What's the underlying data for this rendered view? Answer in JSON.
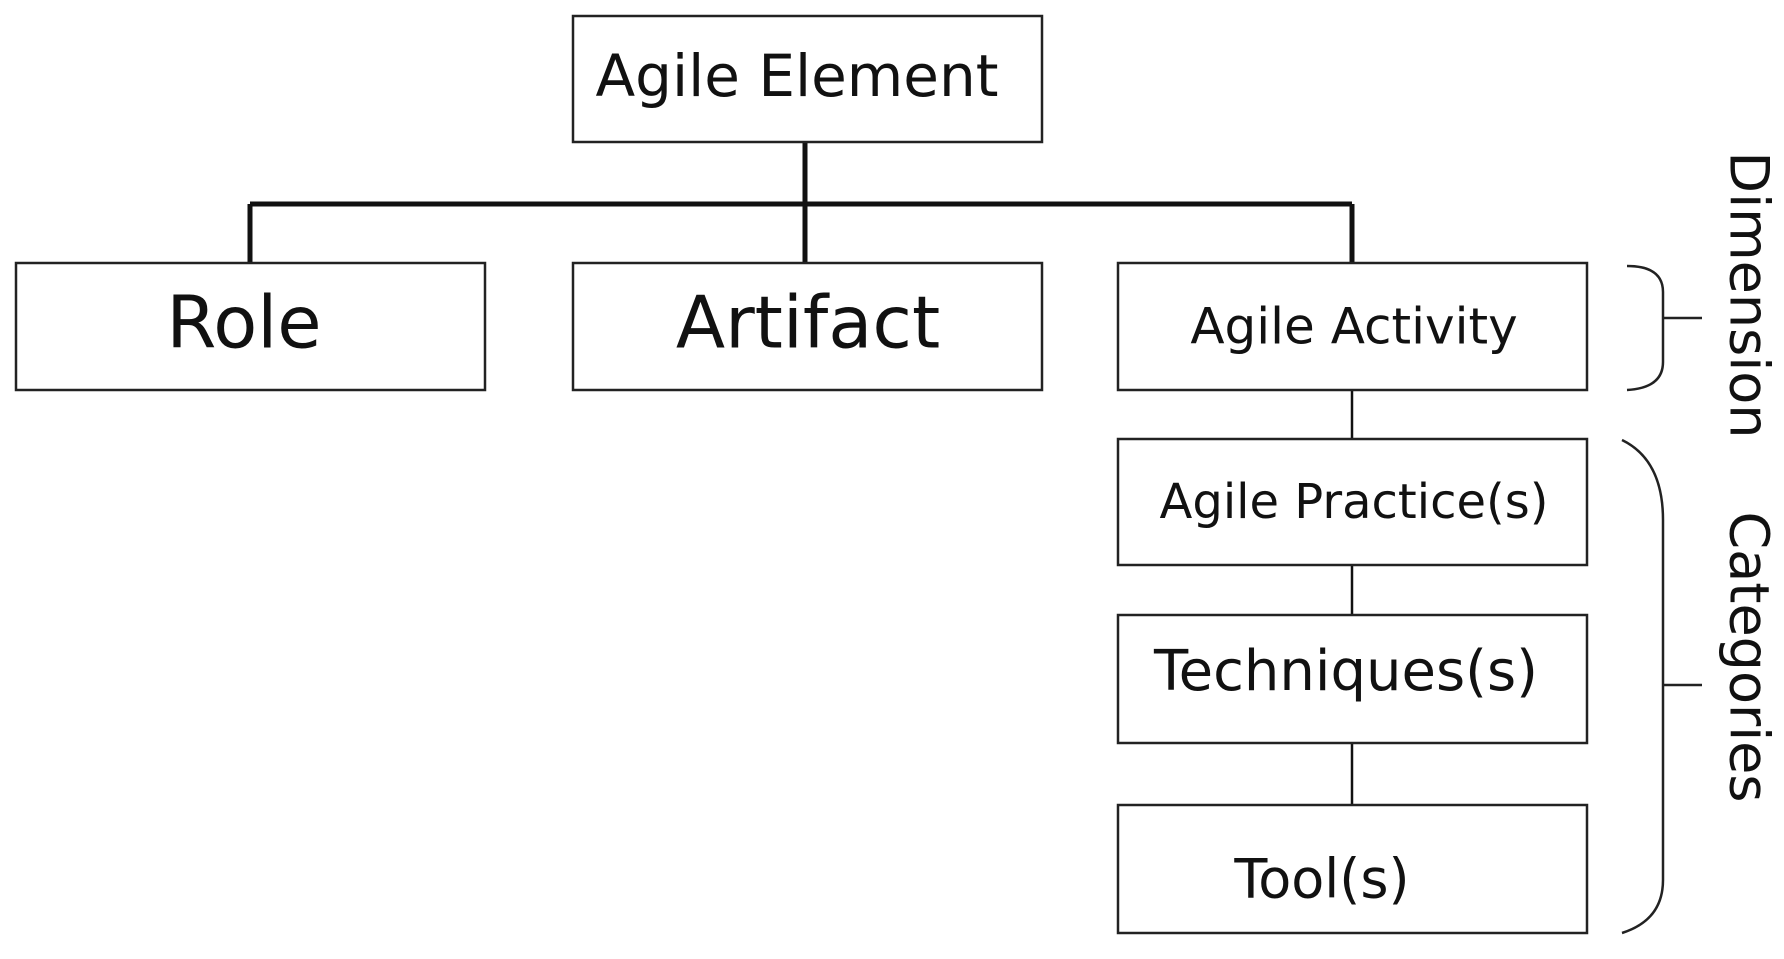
{
  "nodes": {
    "root": "Agile Element",
    "role": "Role",
    "artifact": "Artifact",
    "activity": "Agile Activity",
    "practice": "Agile Practice(s)",
    "techniques": "Techniques(s)",
    "tools": "Tool(s)"
  },
  "brackets": {
    "dimension": "Dimension",
    "categories": "Categories"
  },
  "edges": [
    [
      "root",
      "role"
    ],
    [
      "root",
      "artifact"
    ],
    [
      "root",
      "activity"
    ],
    [
      "activity",
      "practice"
    ],
    [
      "practice",
      "techniques"
    ],
    [
      "techniques",
      "tools"
    ]
  ]
}
